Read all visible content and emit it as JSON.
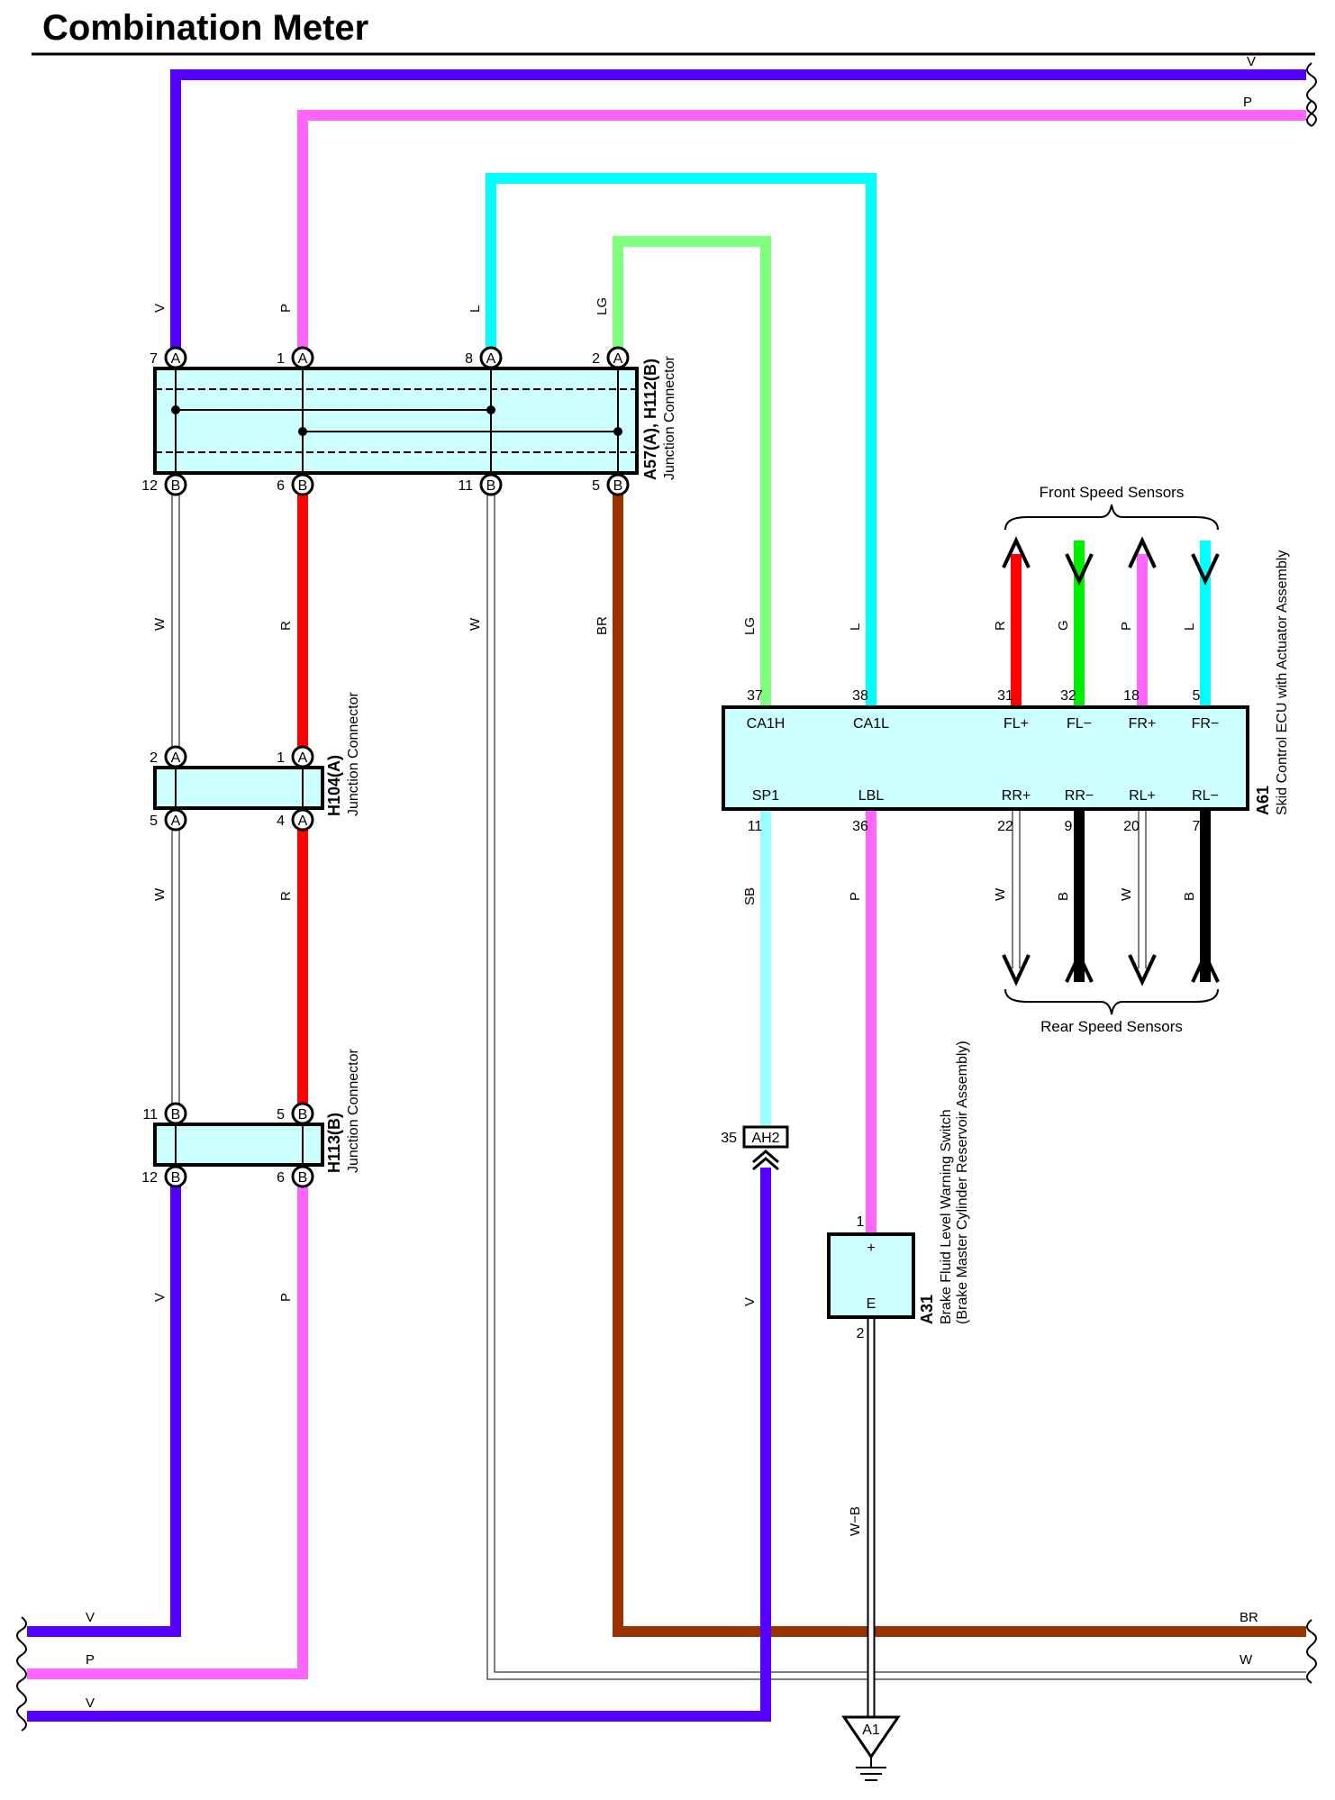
{
  "title": "Combination Meter",
  "colors": {
    "V": "#5500ff",
    "P": "#ff66ff",
    "L": "#00ffff",
    "LG": "#80ff80",
    "R": "#ff0000",
    "G": "#00ee00",
    "B": "#000000",
    "BR": "#993300",
    "SB": "#99ffff",
    "W": "#ffffff",
    "box": "#ccffff"
  },
  "top_wires": {
    "v": "V",
    "p": "P"
  },
  "upper_wires": {
    "a7": "V",
    "a1": "P",
    "a8": "L",
    "a2": "LG"
  },
  "middle_wires": {
    "w1": "W",
    "r1": "R",
    "w2": "W",
    "br": "BR",
    "w3": "W",
    "r2": "R"
  },
  "lower_wires": {
    "v": "V",
    "p": "P"
  },
  "bottom_wires": {
    "v1": "V",
    "p": "P",
    "v2": "V",
    "br": "BR",
    "w": "W"
  },
  "connector_a57": {
    "id": "A57(A), H112(B)",
    "desc": "Junction Connector",
    "pins_top": [
      "7",
      "1",
      "8",
      "2"
    ],
    "pins_bottom": [
      "12",
      "6",
      "11",
      "5"
    ],
    "badge_top": "A",
    "badge_bottom": "B"
  },
  "connector_h104": {
    "id": "H104(A)",
    "desc": "Junction Connector",
    "pins_top": [
      "2",
      "1"
    ],
    "pins_bottom": [
      "5",
      "4"
    ],
    "badge": "A"
  },
  "connector_h113": {
    "id": "H113(B)",
    "desc": "Junction Connector",
    "pins_top": [
      "11",
      "5"
    ],
    "pins_bottom": [
      "12",
      "6"
    ],
    "badge": "B"
  },
  "ecu": {
    "id": "A61",
    "desc": "Skid Control ECU with Actuator Assembly",
    "top_pins": [
      {
        "num": "37",
        "name": "CA1H",
        "wire": "LG"
      },
      {
        "num": "38",
        "name": "CA1L",
        "wire": "L"
      },
      {
        "num": "31",
        "name": "FL+",
        "wire": "R"
      },
      {
        "num": "32",
        "name": "FL−",
        "wire": "G"
      },
      {
        "num": "18",
        "name": "FR+",
        "wire": "P"
      },
      {
        "num": "5",
        "name": "FR−",
        "wire": "L"
      }
    ],
    "bottom_pins": [
      {
        "num": "11",
        "name": "SP1",
        "wire": "SB"
      },
      {
        "num": "36",
        "name": "LBL",
        "wire": "P"
      },
      {
        "num": "22",
        "name": "RR+",
        "wire": "W"
      },
      {
        "num": "9",
        "name": "RR−",
        "wire": "B"
      },
      {
        "num": "20",
        "name": "RL+",
        "wire": "W"
      },
      {
        "num": "7",
        "name": "RL−",
        "wire": "B"
      }
    ]
  },
  "front_sensors_label": "Front Speed Sensors",
  "rear_sensors_label": "Rear Speed Sensors",
  "ah2": {
    "pin": "35",
    "label": "AH2",
    "wire": "V"
  },
  "switch": {
    "id": "A31",
    "desc1": "Brake Fluid Level Warning Switch",
    "desc2": "(Brake Master Cylinder Reservoir Assembly)",
    "pin_top": "1",
    "pin_bottom": "2",
    "plus": "+",
    "e": "E",
    "ground_wire": "W−B"
  },
  "ground": {
    "label": "A1"
  }
}
